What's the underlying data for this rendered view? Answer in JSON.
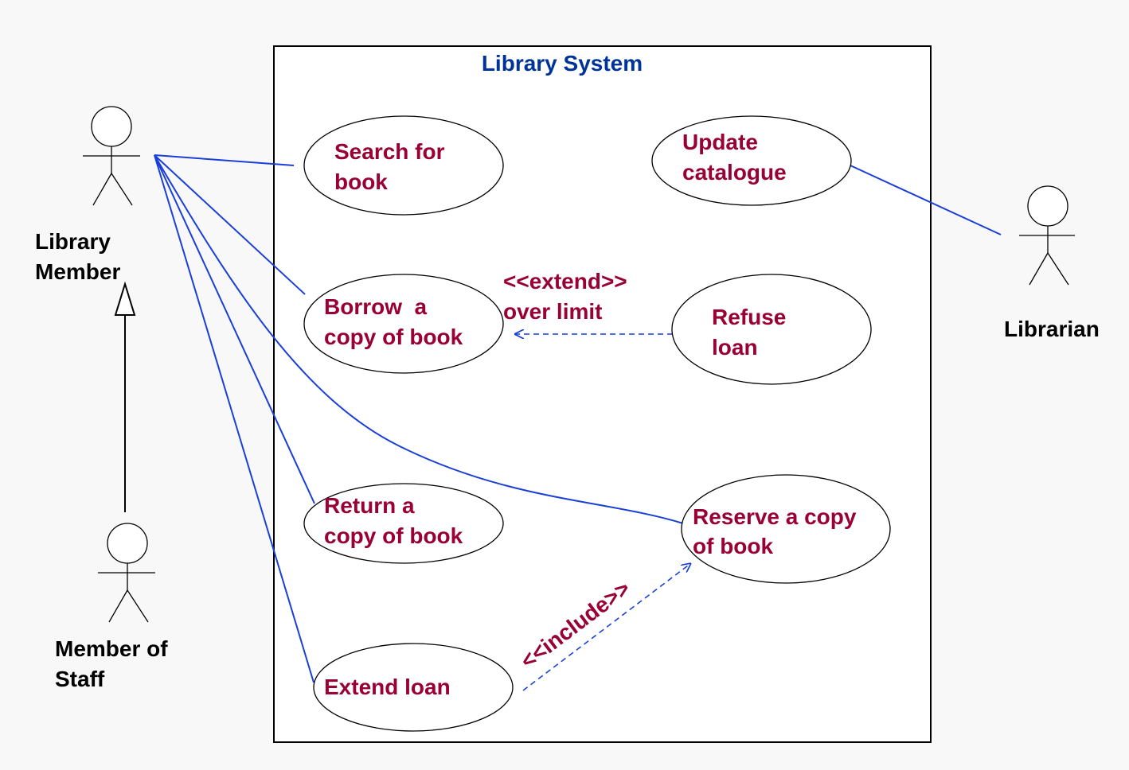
{
  "diagram": {
    "system_title": "Library System",
    "actors": {
      "library_member": {
        "line1": "Library",
        "line2": "Member"
      },
      "member_of_staff": {
        "line1": "Member of",
        "line2": "Staff"
      },
      "librarian": {
        "line1": "Librarian"
      }
    },
    "use_cases": {
      "search": {
        "line1": "Search for",
        "line2": "book"
      },
      "borrow": {
        "line1": "Borrow  a",
        "line2": "copy of book"
      },
      "return": {
        "line1": "Return a",
        "line2": "copy of book"
      },
      "extend": {
        "line1": "Extend loan"
      },
      "update": {
        "line1": "Update",
        "line2": "catalogue"
      },
      "refuse": {
        "line1": "Refuse",
        "line2": "loan"
      },
      "reserve": {
        "line1": "Reserve a copy",
        "line2": "of book"
      }
    },
    "relations": {
      "extend_label": {
        "line1": "<<extend>>",
        "line2": "over limit"
      },
      "include_label": "<<include>>"
    },
    "colors": {
      "background": "#f8f8f8",
      "association": "#1a3fd9",
      "use_case_text": "#990033",
      "system_title": "#003399",
      "actor_text": "#000000",
      "outline": "#000000"
    }
  }
}
